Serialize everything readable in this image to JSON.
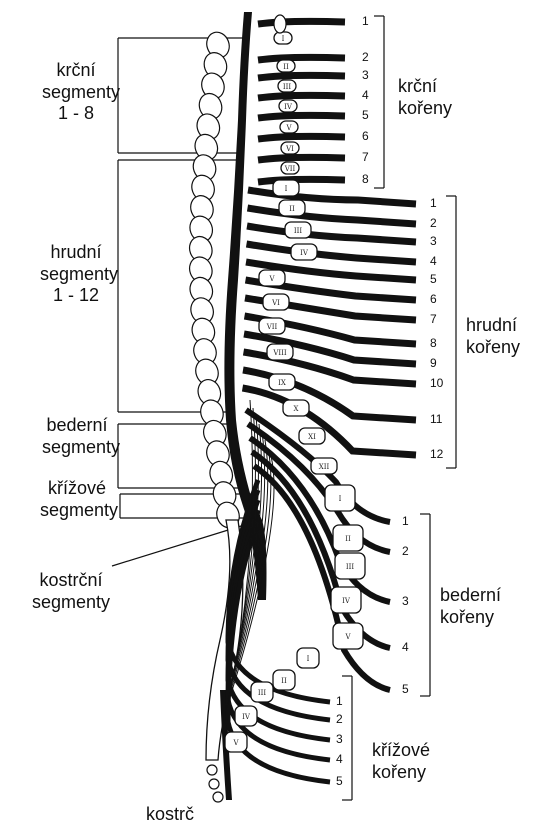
{
  "left_labels": {
    "cervical_segments": [
      "krční",
      "segmenty",
      "1 - 8"
    ],
    "thoracic_segments": [
      "hrudní",
      "segmenty",
      "1 - 12"
    ],
    "lumbar_segments": [
      "bederní",
      "segmenty"
    ],
    "sacral_segments": [
      "křížové",
      "segmenty"
    ],
    "coccygeal_segments": [
      "kostrční",
      "segmenty"
    ],
    "coccyx": "kostrč"
  },
  "right_labels": {
    "cervical_roots": [
      "krční",
      "kořeny"
    ],
    "thoracic_roots": [
      "hrudní",
      "kořeny"
    ],
    "lumbar_roots": [
      "bederní",
      "kořeny"
    ],
    "sacral_roots": [
      "křížové",
      "kořeny"
    ]
  },
  "root_numbers": {
    "cervical": [
      "1",
      "2",
      "3",
      "4",
      "5",
      "6",
      "7",
      "8"
    ],
    "thoracic": [
      "1",
      "2",
      "3",
      "4",
      "5",
      "6",
      "7",
      "8",
      "9",
      "10",
      "11",
      "12"
    ],
    "lumbar": [
      "1",
      "2",
      "3",
      "4",
      "5"
    ],
    "sacral": [
      "1",
      "2",
      "3",
      "4",
      "5"
    ]
  },
  "vertebra_numerals": {
    "cervical": [
      "I",
      "II",
      "III",
      "IV",
      "V",
      "VI",
      "VII"
    ],
    "thoracic": [
      "I",
      "II",
      "III",
      "IV",
      "V",
      "VI",
      "VII",
      "VIII",
      "IX",
      "X",
      "XI",
      "XII"
    ],
    "lumbar": [
      "I",
      "II",
      "III",
      "IV",
      "V"
    ],
    "sacral": [
      "I",
      "II",
      "III",
      "IV",
      "V"
    ]
  }
}
